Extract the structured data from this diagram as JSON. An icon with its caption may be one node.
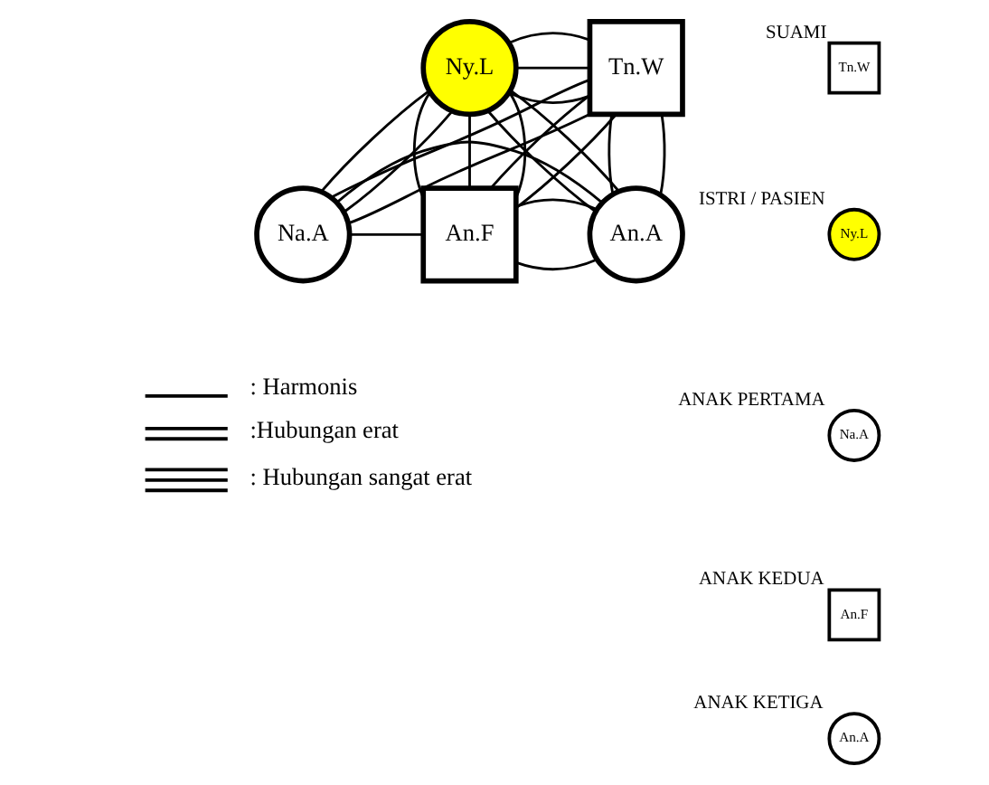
{
  "diagram": {
    "nodes": [
      {
        "text": [
          "Ny.L"
        ]
      },
      {
        "text": [
          "Tn.W"
        ]
      },
      {
        "text": [
          "Na.A"
        ]
      },
      {
        "text": [
          "An.F"
        ]
      },
      {
        "text": [
          "An.A"
        ]
      },
      {
        "text": [
          "Tn.W"
        ],
        "beside": [
          "SUAMI"
        ]
      },
      {
        "text": [
          "Ny.L"
        ],
        "beside": [
          "ISTRI / PASIEN"
        ]
      },
      {
        "text": [
          "Na.A"
        ],
        "beside": [
          "ANAK PERTAMA"
        ]
      },
      {
        "text": [
          "An.F"
        ],
        "beside": [
          "ANAK KEDUA"
        ]
      },
      {
        "text": [
          "An.A"
        ],
        "beside": [
          "ANAK KETIGA"
        ]
      }
    ],
    "edges": [
      {
        "from": 0,
        "to": 1,
        "arrow": "none"
      },
      {
        "from": 0,
        "to": 1,
        "arrow": "none"
      },
      {
        "from": 0,
        "to": 1,
        "arrow": "none"
      },
      {
        "from": 0,
        "to": 2,
        "arrow": "none"
      },
      {
        "from": 0,
        "to": 2,
        "arrow": "none"
      },
      {
        "from": 0,
        "to": 3,
        "arrow": "none"
      },
      {
        "from": 0,
        "to": 3,
        "arrow": "none"
      },
      {
        "from": 0,
        "to": 3,
        "arrow": "none"
      },
      {
        "from": 0,
        "to": 4,
        "arrow": "none"
      },
      {
        "from": 0,
        "to": 4,
        "arrow": "none"
      },
      {
        "from": 1,
        "to": 2,
        "arrow": "none"
      },
      {
        "from": 1,
        "to": 2,
        "arrow": "none"
      },
      {
        "from": 1,
        "to": 3,
        "arrow": "none"
      },
      {
        "from": 1,
        "to": 3,
        "arrow": "none"
      },
      {
        "from": 1,
        "to": 4,
        "arrow": "none"
      },
      {
        "from": 1,
        "to": 4,
        "arrow": "none"
      },
      {
        "from": 2,
        "to": 4,
        "arrow": "none"
      },
      {
        "from": 2,
        "to": 3,
        "arrow": "none"
      },
      {
        "from": 3,
        "to": 4,
        "arrow": "none"
      },
      {
        "from": 3,
        "to": 4,
        "arrow": "none"
      }
    ],
    "legend": [
      {
        "text": ": Harmonis"
      },
      {
        "text": ":Hubungan erat"
      },
      {
        "text": ": Hubungan sangat erat"
      }
    ]
  }
}
